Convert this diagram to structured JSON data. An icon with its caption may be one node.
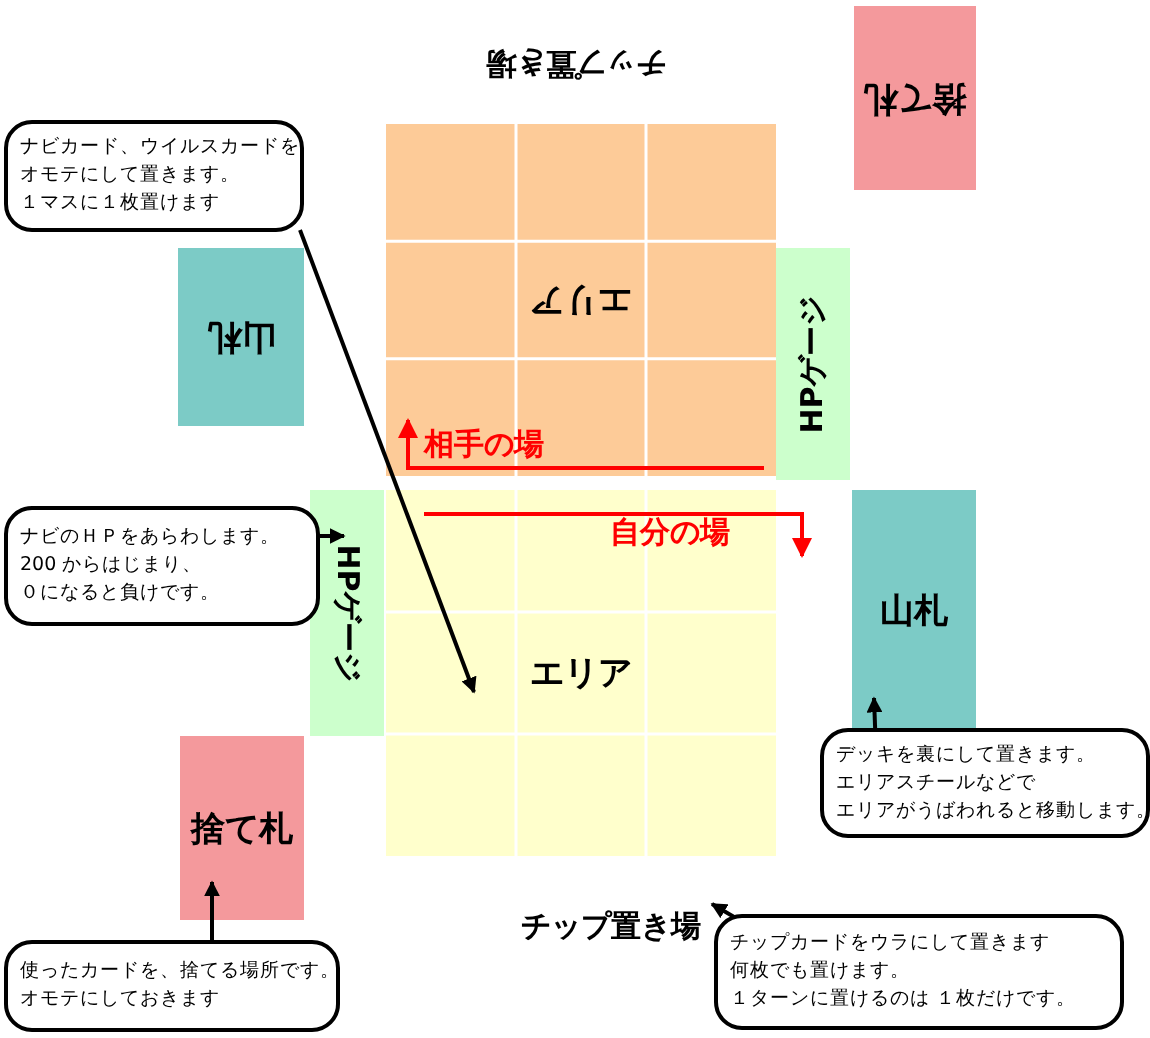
{
  "diagram": {
    "nodes": [
      {
        "text": [
          "捨て札"
        ]
      },
      {
        "text": [
          "ナビカード、ウイルスカードをオモテにして置きます。１マスに１枚置けます"
        ]
      },
      {
        "text": [
          "エリア"
        ]
      },
      {
        "text": [
          "山札"
        ]
      },
      {
        "text": [
          "HPゲージ"
        ]
      },
      {
        "text": [
          "ナビのＨＰをあらわします。200 からはじまり、０になると負けです。"
        ]
      },
      {
        "text": [
          "HPゲージ"
        ]
      },
      {
        "text": [
          "エリア"
        ]
      },
      {
        "text": [
          "山札"
        ]
      },
      {
        "text": [
          "デッキを裏にして置きます。エリアスチールなどでエリアがうばわれると移動します。"
        ]
      },
      {
        "text": [
          "捨て札"
        ]
      },
      {
        "text": [
          "チップ置き場"
        ]
      },
      {
        "text": [
          "チップカードをウラにして置きます何枚でも置けます。１ターンに置けるのは １枚だけです。"
        ]
      },
      {
        "text": [
          "使ったカードを、捨てる場所です。オモテにしておきます"
        ]
      }
    ],
    "edges": [
      {
        "from": 1,
        "to": 7,
        "arrow": "to"
      },
      {
        "from": 5,
        "to": 6,
        "arrow": "to"
      },
      {
        "from": 9,
        "to": 8,
        "arrow": "to"
      },
      {
        "from": 12,
        "to": 11,
        "arrow": "to"
      },
      {
        "from": 13,
        "to": 10,
        "arrow": "to"
      }
    ],
    "labels": [
      "チップ置き場",
      "相手の場",
      "自分の場"
    ]
  }
}
